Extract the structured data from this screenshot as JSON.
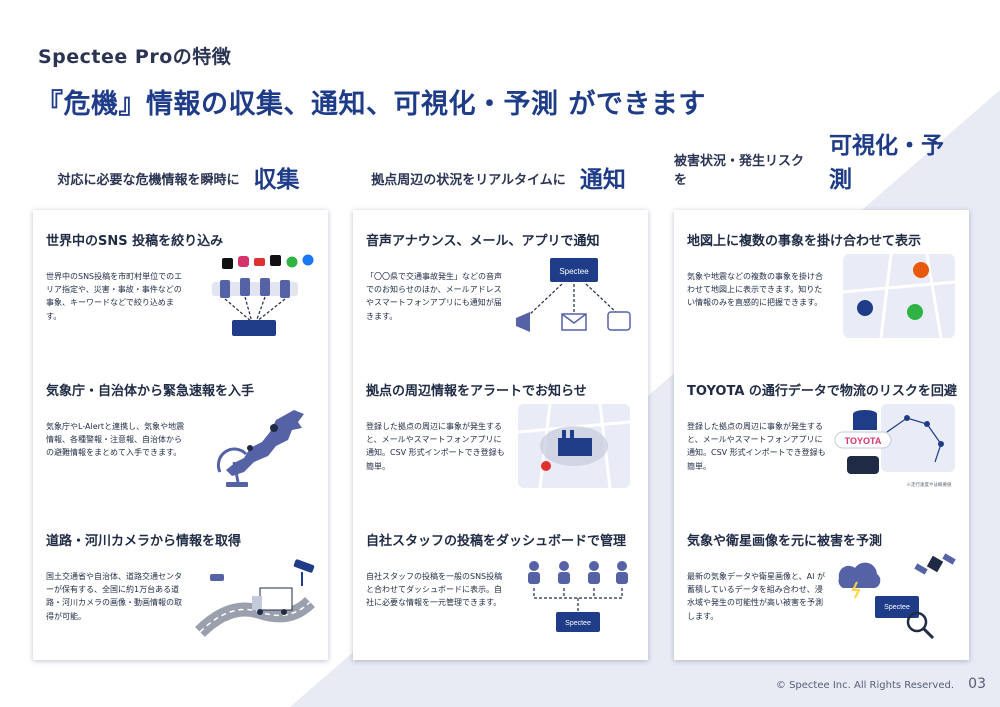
{
  "subtitle": "Spectee Proの特徴",
  "headline": "『危機』情報の収集、通知、可視化・予測 ができます",
  "columns": [
    {
      "lead": "対応に必要な危機情報を瞬時に",
      "key": "収集",
      "items": [
        {
          "title": "世界中のSNS 投稿を絞り込み",
          "desc": "世界中のSNS投稿を市町村単位でのエリア指定や、災害・事故・事件などの事象、キーワードなどで絞り込めます。"
        },
        {
          "title": "気象庁・自治体から緊急速報を入手",
          "desc": "気象庁やL-Alertと連携し、気象や地震情報、各種警報・注意報、自治体からの避難情報をまとめて入手できます。"
        },
        {
          "title": "道路・河川カメラから情報を取得",
          "desc": "国土交通省や自治体、道路交通センターが保有する、全国に約1万台ある道路・河川カメラの画像・動画情報の取得が可能。"
        }
      ]
    },
    {
      "lead": "拠点周辺の状況をリアルタイムに",
      "key": "通知",
      "items": [
        {
          "title": "音声アナウンス、メール、アプリで通知",
          "desc": "「〇〇県で交通事故発生」などの音声でのお知らせのほか、メールアドレスやスマートフォンアプリにも通知が届きます。"
        },
        {
          "title": "拠点の周辺情報をアラートでお知らせ",
          "desc": "登録した拠点の周辺に事象が発生すると、メールやスマートフォンアプリに通知。CSV 形式インポートでき登録も簡単。"
        },
        {
          "title": "自社スタッフの投稿をダッシュボードで管理",
          "desc": "自社スタッフの投稿を一般のSNS投稿と合わせてダッシュボードに表示。自社に必要な情報を一元管理できます。"
        }
      ]
    },
    {
      "lead": "被害状況・発生リスクを",
      "key": "可視化・予測",
      "items": [
        {
          "title": "地図上に複数の事象を掛け合わせて表示",
          "desc": "気象や地震などの複数の事象を掛け合わせて地図上に表示できます。知りたい情報のみを直感的に把握できます。"
        },
        {
          "title": "TOYOTA の通行データで物流のリスクを回避",
          "desc": "登録した拠点の周辺に事象が発生すると、メールやスマートフォンアプリに通知。CSV 形式インポートでき登録も簡単。"
        },
        {
          "title": "気象や衛星画像を元に被害を予測",
          "desc": "最新の気象データや衛星画像と、AI が蓄積しているデータを組み合わせ、浸水域や発生の可能性が高い被害を予測します。"
        }
      ]
    }
  ],
  "labels": {
    "spectee": "Spectee",
    "toyota": "TOYOTA",
    "note": "※走行速度やは概要値"
  },
  "footer": {
    "copyright": "© Spectee Inc. All Rights Reserved.",
    "page": "03"
  },
  "colors": {
    "brand": "#1f3c88",
    "highlight": "#d6dcf0",
    "illustration": "#5563a6",
    "map_bg": "#e9ecf6"
  }
}
